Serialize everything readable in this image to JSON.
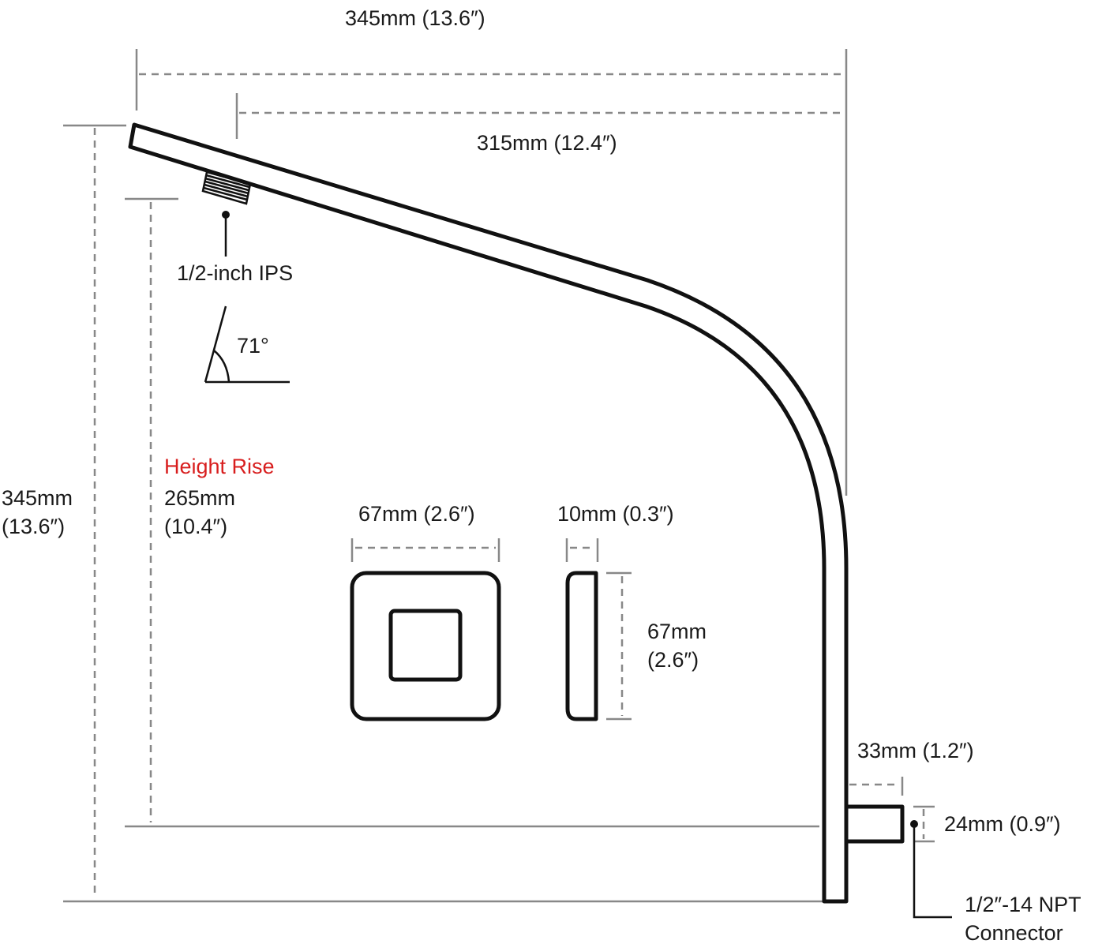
{
  "labels": {
    "overall_width": "345mm (13.6″)",
    "arm_width": "315mm (12.4″)",
    "thread_size": "1/2-inch IPS",
    "angle": "71°",
    "height_rise_title": "Height Rise",
    "height_rise_mm": "265mm",
    "height_rise_in": "(10.4″)",
    "overall_height_mm": "345mm",
    "overall_height_in": "(13.6″)",
    "flange_width": "67mm (2.6″)",
    "flange_depth": "10mm (0.3″)",
    "flange_height_mm": "67mm",
    "flange_height_in": "(2.6″)",
    "connector_length": "33mm (1.2″)",
    "connector_height": "24mm (0.9″)",
    "connector_type_line1": "1/2″-14 NPT",
    "connector_type_line2": "Connector"
  },
  "colors": {
    "accent": "#d81e1e",
    "line": "#111111",
    "dimension": "#888888"
  }
}
